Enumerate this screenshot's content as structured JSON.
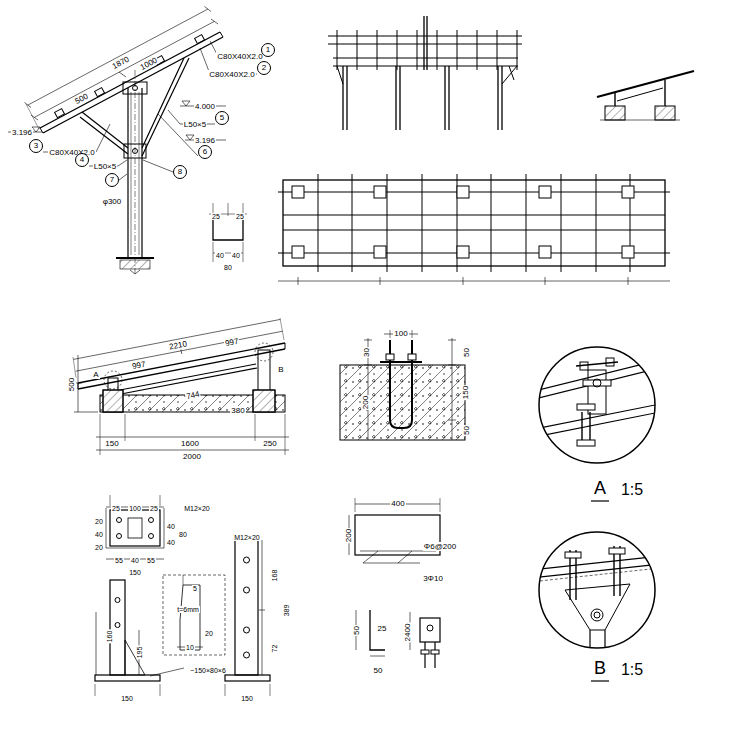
{
  "diagram": {
    "nodes": [
      {
        "text": [
          "1"
        ]
      },
      {
        "text": [
          "2"
        ]
      },
      {
        "text": [
          "5"
        ]
      },
      {
        "text": [
          "3"
        ]
      },
      {
        "text": [
          "6"
        ]
      },
      {
        "text": [
          "4"
        ]
      },
      {
        "text": [
          "8"
        ]
      },
      {
        "text": [
          "7"
        ]
      }
    ],
    "labels": [
      "1870",
      "500",
      "1000",
      "C80X40X2.0",
      "C80X40X2.0",
      "4.000",
      "L50×5",
      "3.196",
      "3.196",
      "C80X40X2.0",
      "L50×5",
      "φ300",
      "25",
      "25",
      "40",
      "40",
      "80",
      "2210",
      "997",
      "997",
      "A",
      "744",
      "B",
      "380",
      "500",
      "150",
      "1600",
      "250",
      "2000",
      "100",
      "30",
      "200",
      "50",
      "150",
      "50",
      "A",
      "1:5",
      "B",
      "1:5",
      "25",
      "100",
      "25",
      "M12×20",
      "20",
      "40",
      "20",
      "40",
      "40",
      "80",
      "55",
      "40",
      "55",
      "150",
      "t=6mm",
      "5",
      "20",
      "10",
      "~150×80×6",
      "160",
      "195",
      "150",
      "M12×20",
      "168",
      "389",
      "72",
      "150",
      "400",
      "200",
      "Φ6@200",
      "3Φ10",
      "50",
      "25",
      "50",
      "2400"
    ]
  }
}
